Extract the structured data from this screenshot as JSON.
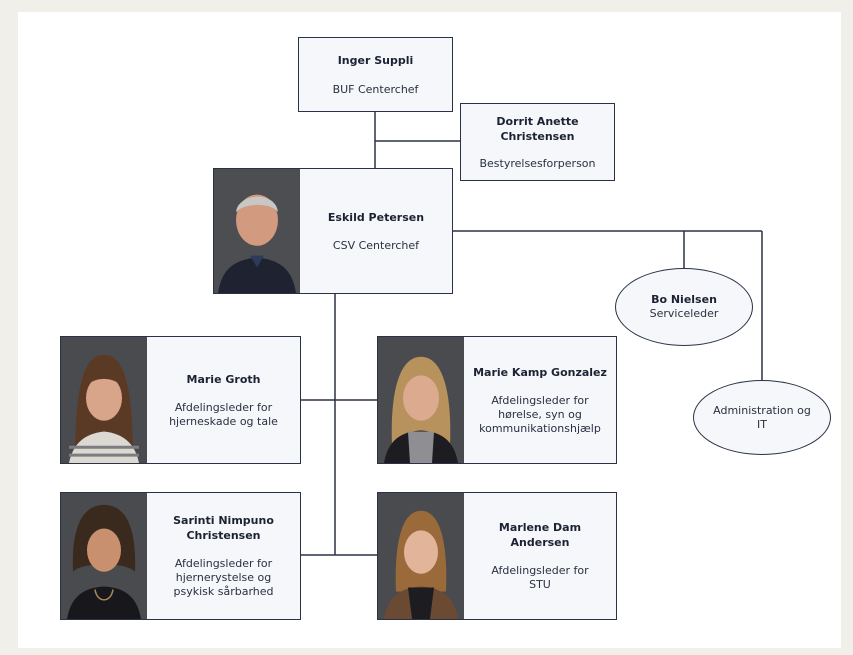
{
  "nodes": {
    "inger": {
      "name": "Inger Suppli",
      "role": "BUF Centerchef"
    },
    "dorrit": {
      "name": "Dorrit Anette Christensen",
      "role": "Bestyrelsesforperson"
    },
    "eskild": {
      "name": "Eskild Petersen",
      "role": "CSV Centerchef"
    },
    "bo": {
      "name": "Bo Nielsen",
      "role": "Serviceleder"
    },
    "admin": {
      "name": "Administration og IT"
    },
    "marie_groth": {
      "name": "Marie Groth",
      "role": "Afdelingsleder for hjerneskade og tale"
    },
    "marie_kamp": {
      "name": "Marie Kamp Gonzalez",
      "role": "Afdelingsleder for hørelse, syn og kommunikationshjælp"
    },
    "sarinti": {
      "name": "Sarinti Nimpuno Christensen",
      "role": "Afdelingsleder for hjernerystelse og psykisk sårbarhed"
    },
    "marlene": {
      "name": "Marlene Dam Andersen",
      "role": "Afdelingsleder for STU"
    }
  },
  "colors": {
    "line": "#2b3245",
    "box_fill": "#f5f7fb",
    "page_bg": "#f1efe9"
  }
}
